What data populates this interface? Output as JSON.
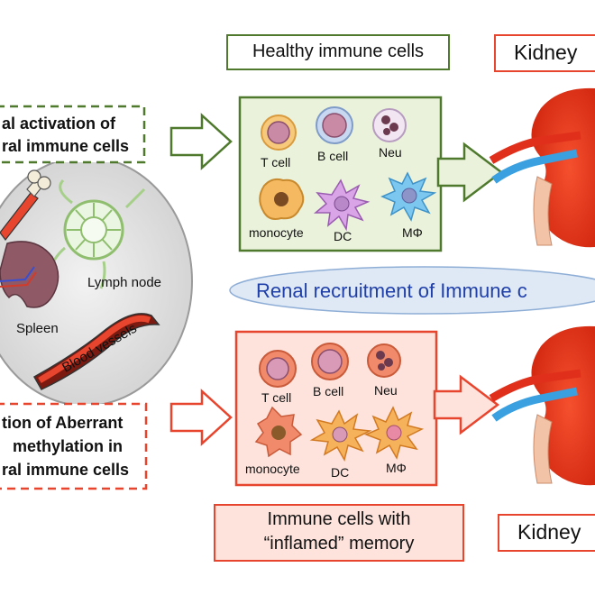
{
  "top": {
    "title": "Healthy immune cells",
    "kidney_label": "Kidney",
    "left_label_line1": "al activation of",
    "left_label_line2": "ral immune cells",
    "cells": {
      "t_cell": "T cell",
      "b_cell": "B cell",
      "neu": "Neu",
      "monocyte": "monocyte",
      "dc": "DC",
      "macrophage": "MΦ"
    }
  },
  "middle": {
    "banner": "Renal recruitment of Immune c",
    "organs": {
      "lymph_node": "Lymph node",
      "spleen": "Spleen",
      "blood_vessels": "Blood vessels"
    }
  },
  "bottom": {
    "title_line1": "Immune cells with",
    "title_line2": "“inflamed” memory",
    "kidney_label": "Kidney",
    "left_label_line1": "tion of Aberrant",
    "left_label_line2": "methylation in",
    "left_label_line3": "ral immune cells",
    "cells": {
      "t_cell": "T cell",
      "b_cell": "B cell",
      "neu": "Neu",
      "monocyte": "monocyte",
      "dc": "DC",
      "macrophage": "MΦ"
    }
  },
  "colors": {
    "green": "#4f7a2e",
    "healthy_bg": "#eaf2dc",
    "red": "#e8452e",
    "inflamed_bg": "#fde3dc",
    "banner_text": "#1f3faa",
    "banner_bg": "#dfe9f6",
    "kidney": "#e8361e"
  }
}
